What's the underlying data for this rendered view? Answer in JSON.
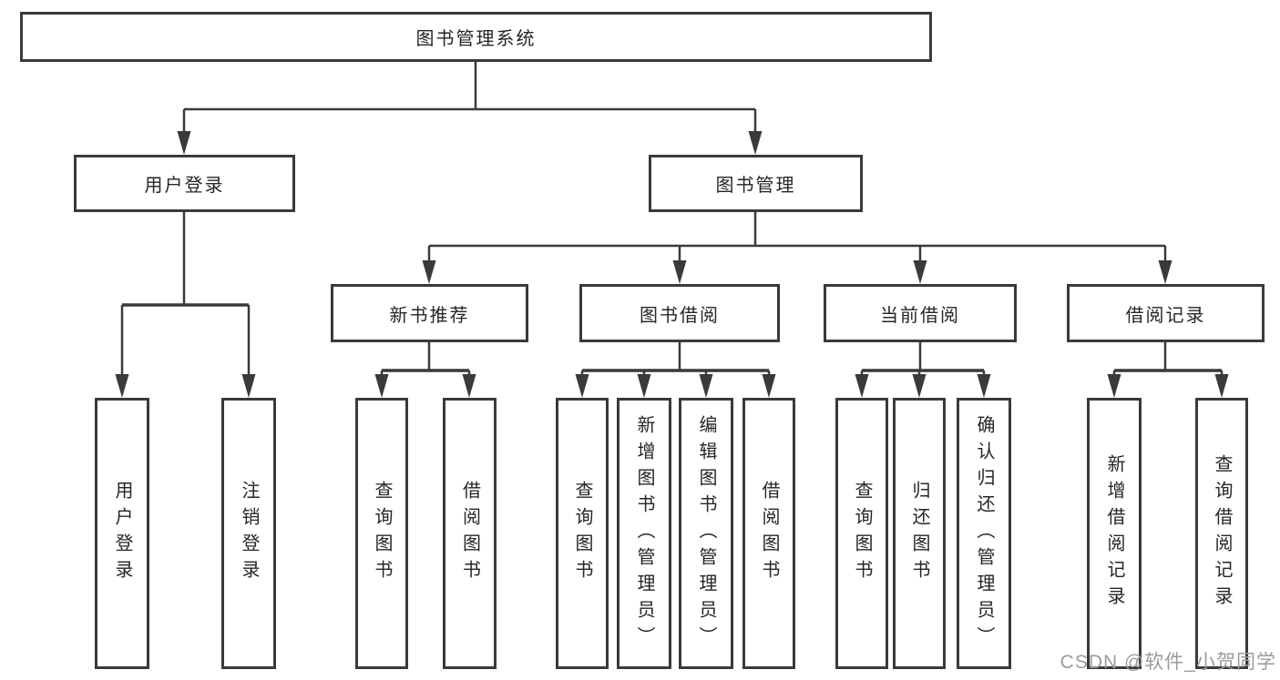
{
  "diagram": {
    "root": {
      "label": "图书管理系统",
      "children": [
        {
          "label": "用户登录",
          "children": [
            {
              "label": "用户登录"
            },
            {
              "label": "注销登录"
            }
          ]
        },
        {
          "label": "图书管理",
          "children": [
            {
              "label": "新书推荐",
              "children": [
                {
                  "label": "查询图书"
                },
                {
                  "label": "借阅图书"
                }
              ]
            },
            {
              "label": "图书借阅",
              "children": [
                {
                  "label": "查询图书"
                },
                {
                  "label": "新增图书（管理员）"
                },
                {
                  "label": "编辑图书（管理员）"
                },
                {
                  "label": "借阅图书"
                }
              ]
            },
            {
              "label": "当前借阅",
              "children": [
                {
                  "label": "查询图书"
                },
                {
                  "label": "归还图书"
                },
                {
                  "label": "确认归还（管理员）"
                }
              ]
            },
            {
              "label": "借阅记录",
              "children": [
                {
                  "label": "新增借阅记录"
                },
                {
                  "label": "查询借阅记录"
                }
              ]
            }
          ]
        }
      ]
    },
    "colors": {
      "line": "#3a3a3a",
      "box_border": "#3a3a3a",
      "box_fill": "#ffffff",
      "text": "#262626",
      "watermark": "#9b9b9b"
    }
  },
  "watermark": {
    "text": "CSDN @软件_小贺同学"
  }
}
